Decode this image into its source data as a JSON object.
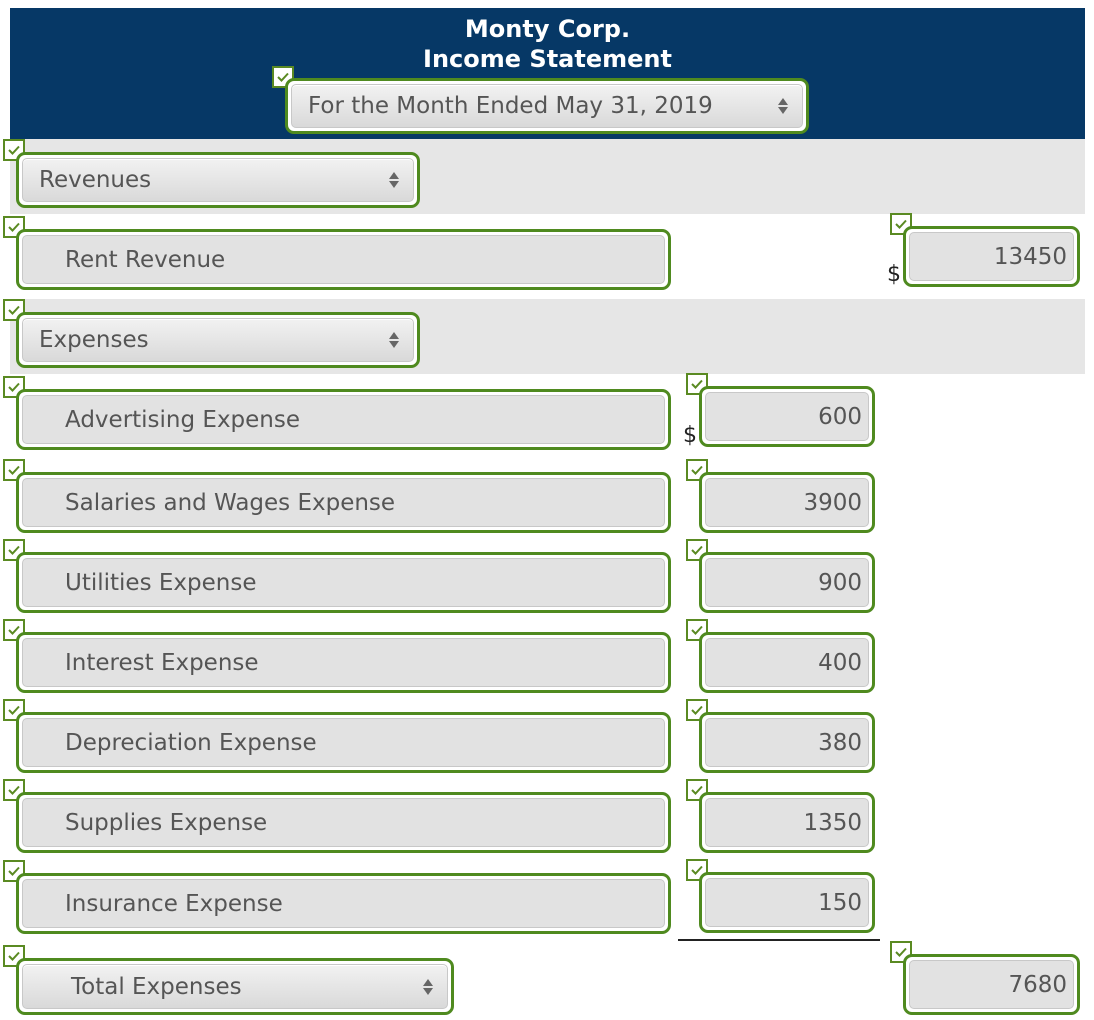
{
  "header": {
    "company": "Monty Corp.",
    "statement": "Income Statement",
    "period": "For the Month Ended May 31, 2019"
  },
  "rows": {
    "revenues_heading": "Revenues",
    "rent_revenue": {
      "label": "Rent Revenue",
      "currency": "$",
      "amount": "13450"
    },
    "expenses_heading": "Expenses",
    "advertising": {
      "label": "Advertising Expense",
      "currency": "$",
      "amount": "600"
    },
    "salaries": {
      "label": "Salaries and Wages Expense",
      "amount": "3900"
    },
    "utilities": {
      "label": "Utilities Expense",
      "amount": "900"
    },
    "interest": {
      "label": "Interest Expense",
      "amount": "400"
    },
    "depreciation": {
      "label": "Depreciation Expense",
      "amount": "380"
    },
    "supplies": {
      "label": "Supplies Expense",
      "amount": "1350"
    },
    "insurance": {
      "label": "Insurance Expense",
      "amount": "150"
    },
    "total_expenses": {
      "label": "Total Expenses",
      "amount": "7680"
    }
  },
  "colors": {
    "header_bg": "#063866",
    "field_border": "#4f8a1f",
    "check_mark": "#5a8a22",
    "band_bg": "#e6e6e6"
  },
  "icons": {
    "check": "check-icon",
    "select_arrows": "select-arrows-icon"
  }
}
